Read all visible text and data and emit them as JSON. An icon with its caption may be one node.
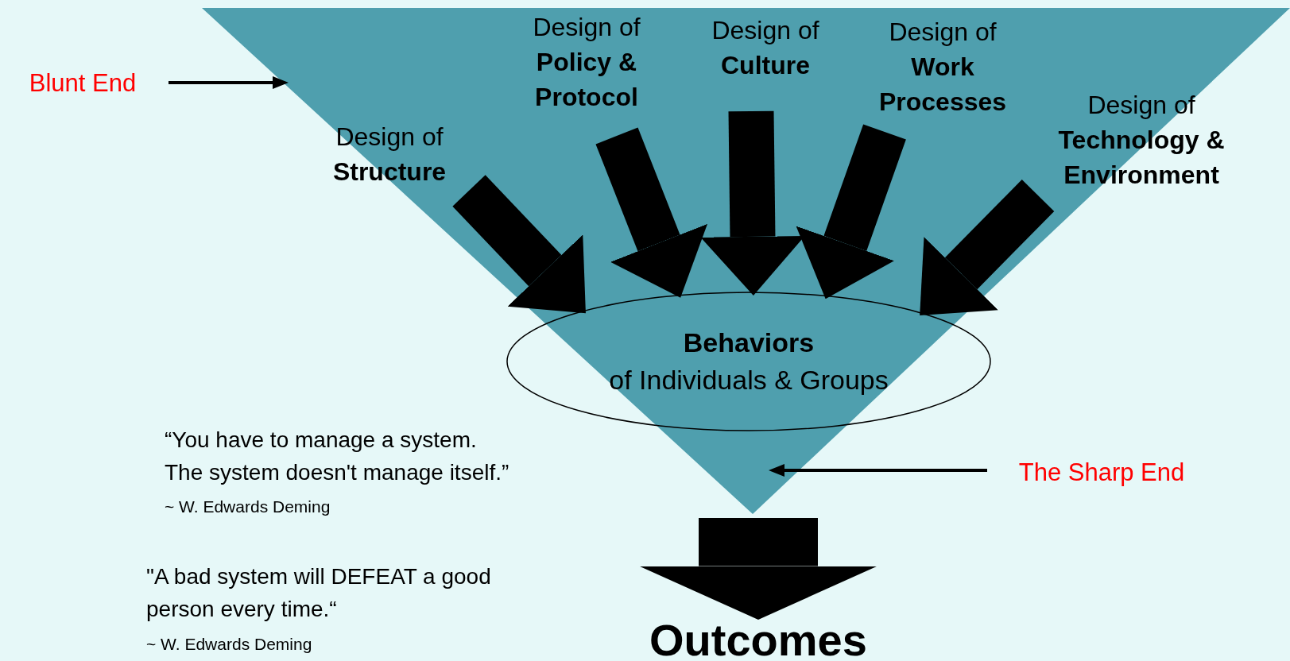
{
  "diagram": {
    "nodes": [
      {
        "text": [],
        "shape": "triangle"
      },
      {
        "text": [
          "Blunt End"
        ]
      },
      {
        "text": [
          "Design of",
          "Policy & Protocol"
        ],
        "in": 0
      },
      {
        "text": [
          "Design of",
          "Culture"
        ],
        "in": 0
      },
      {
        "text": [
          "Design of",
          "Work Processes"
        ],
        "in": 0
      },
      {
        "text": [
          "Design of",
          "Structure"
        ],
        "in": 0
      },
      {
        "text": [
          "Design of",
          "Technology & Environment"
        ],
        "in": 0
      },
      {
        "text": [
          "Behaviors",
          "of Individuals & Groups"
        ],
        "in": 0
      },
      {
        "text": [
          "The Sharp End"
        ]
      },
      {
        "text": [
          "Outcomes"
        ]
      }
    ],
    "edges": [
      {
        "from": 1,
        "to": 0,
        "arrow": "to"
      },
      {
        "from": 5,
        "to": 7,
        "arrow": "to"
      },
      {
        "from": 2,
        "to": 7,
        "arrow": "to"
      },
      {
        "from": 3,
        "to": 7,
        "arrow": "to"
      },
      {
        "from": 4,
        "to": 7,
        "arrow": "to"
      },
      {
        "from": 6,
        "to": 7,
        "arrow": "to"
      },
      {
        "from": 8,
        "to": 0,
        "arrow": "to"
      },
      {
        "from": 0,
        "to": 9,
        "arrow": "to"
      }
    ],
    "labels": [
      "“You have to manage a system. The system doesn't manage itself.”",
      "~ W. Edwards Deming",
      "\"A bad system will DEFEAT a good person every time.“",
      "~ W. Edwards Deming"
    ]
  }
}
